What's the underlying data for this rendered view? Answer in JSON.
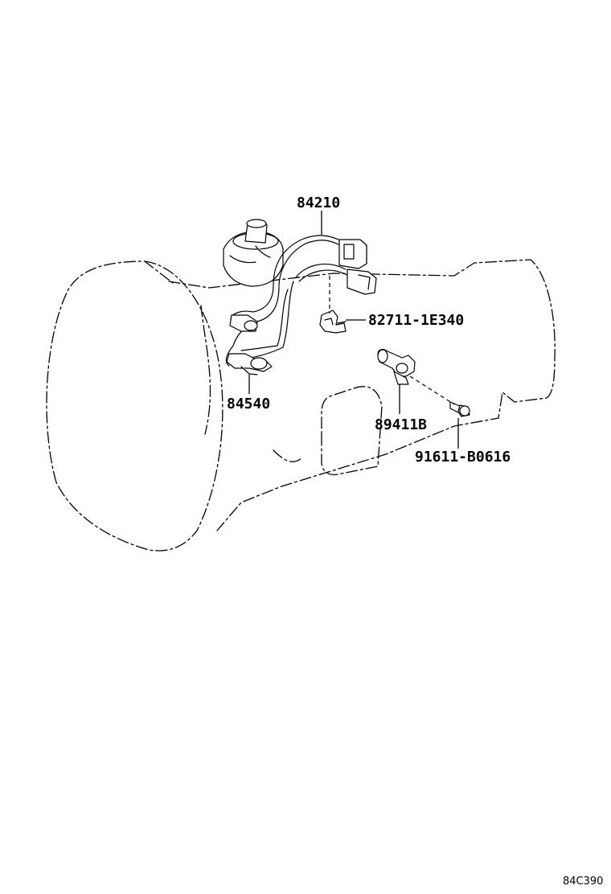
{
  "diagram": {
    "labels": {
      "wire_harness": "84210",
      "clamp": "82711-1E340",
      "pressure_switch": "84540",
      "speed_sensor": "89411B",
      "bolt": "91611-B0616"
    },
    "ref_code": "84C390"
  }
}
